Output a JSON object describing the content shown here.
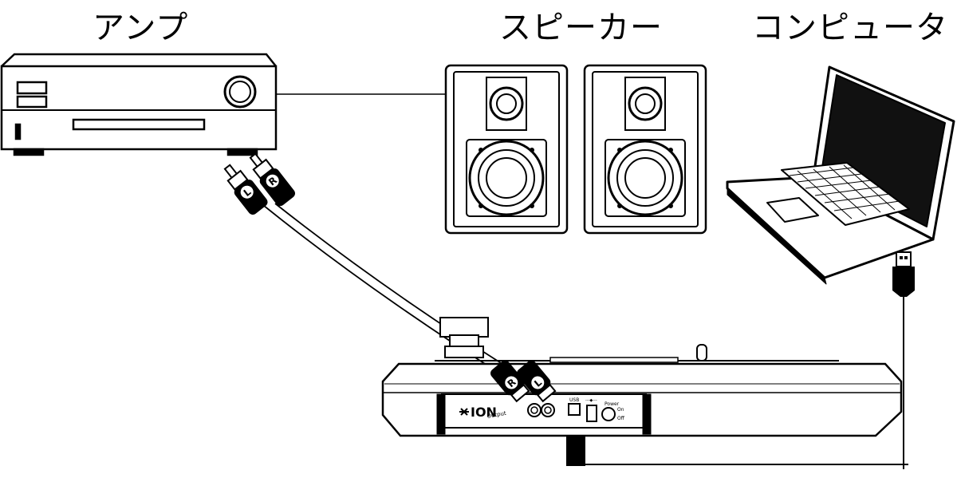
{
  "labels": {
    "amplifier": "アンプ",
    "speakers": "スピーカー",
    "computer": "コンピュータ"
  },
  "turntable": {
    "brand": "ION",
    "output_label": "Output",
    "usb_label": "USB",
    "dc_label": "---◆---",
    "power_label": "Power",
    "power_on": "On",
    "power_off": "Off"
  },
  "rca": {
    "left": "L",
    "right": "R"
  },
  "colors": {
    "line": "#000000",
    "background": "#ffffff"
  }
}
